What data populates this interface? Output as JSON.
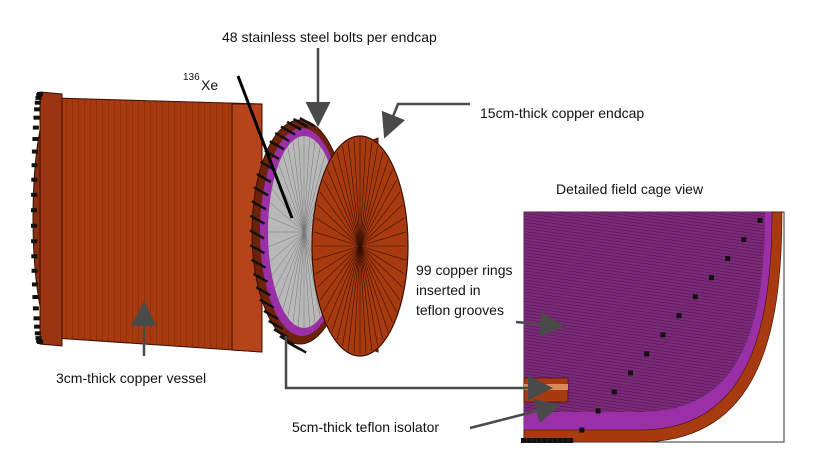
{
  "labels": {
    "bolts": "48 stainless steel bolts per endcap",
    "isotope_sup": "136",
    "isotope": "Xe",
    "endcap": "15cm-thick copper endcap",
    "detail_title": "Detailed field cage view",
    "rings_line1": "99 copper rings",
    "rings_line2": "inserted in",
    "rings_line3": "teflon grooves",
    "vessel": "3cm-thick copper vessel",
    "isolator": "5cm-thick teflon isolator"
  },
  "colors": {
    "copper": "#a83a10",
    "copper_dark": "#6e2208",
    "teflon": "#9a2fa8",
    "field_cage": "#7a2a78",
    "inner_grey": "#b8b8b8",
    "arrow": "#4a4a4a",
    "bolt": "#111111"
  }
}
